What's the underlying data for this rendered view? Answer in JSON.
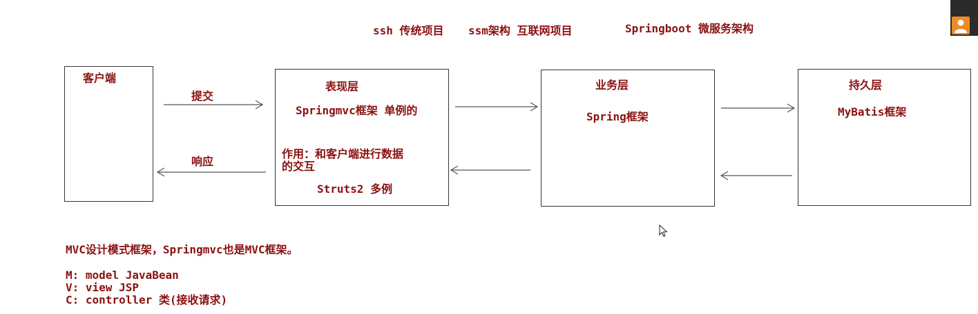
{
  "header": {
    "ssh": "ssh 传统项目",
    "ssm": "ssm架构 互联网项目",
    "springboot": "Springboot 微服务架构"
  },
  "client": {
    "title": "客户端"
  },
  "arrows": {
    "submit": "提交",
    "respond": "响应"
  },
  "presentation": {
    "title": "表现层",
    "framework": "Springmvc框架 单例的",
    "role_line1": "作用：和客户端进行数据",
    "role_line2": "的交互",
    "struts": "Struts2  多例"
  },
  "business": {
    "title": "业务层",
    "framework": "Spring框架"
  },
  "persistence": {
    "title": "持久层",
    "framework": "MyBatis框架"
  },
  "mvc": {
    "intro": "MVC设计模式框架，Springmvc也是MVC框架。",
    "m": "M: model JavaBean",
    "v": "V: view  JSP",
    "c": "C: controller 类(接收请求)"
  },
  "colors": {
    "text": "#8b1010",
    "border": "#333333",
    "avatar": "#f08a24"
  },
  "icons": {
    "corner": "user-avatar-icon",
    "cursor": "mouse-pointer-icon"
  }
}
